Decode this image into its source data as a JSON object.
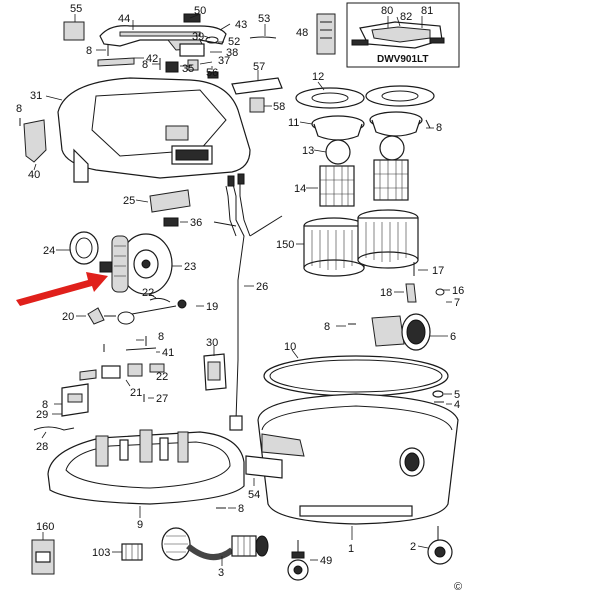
{
  "diagram": {
    "inset_model": "DWV901LT",
    "copyright": "©",
    "accent_arrow_color": "#e0201b",
    "part_numbers": {
      "p55": "55",
      "p44": "44",
      "p50": "50",
      "p43": "43",
      "p53": "53",
      "p48": "48",
      "p80": "80",
      "p82": "82",
      "p81": "81",
      "p39": "39",
      "p52": "52",
      "p8a": "8",
      "p42": "42",
      "p38": "38",
      "p8b": "8",
      "p35": "35",
      "p37": "37",
      "p56": "56",
      "p57": "57",
      "p12": "12",
      "p8c": "8",
      "p31": "31",
      "p58": "58",
      "p11": "11",
      "p8d": "8",
      "p40": "40",
      "p13": "13",
      "p14": "14",
      "p25": "25",
      "p36": "36",
      "p150": "150",
      "p24": "24",
      "p23": "23",
      "p17": "17",
      "p26": "26",
      "p18": "18",
      "p16": "16",
      "p7": "7",
      "p20": "20",
      "p22": "22",
      "p19": "19",
      "p8e": "8",
      "p6": "6",
      "p8f": "8",
      "p30": "30",
      "p10": "10",
      "p41": "41",
      "p21": "21",
      "p27": "27",
      "p5": "5",
      "p4": "4",
      "p8g": "8",
      "p29": "29",
      "p28": "28",
      "p54": "54",
      "p9": "9",
      "p8h": "8",
      "p1": "1",
      "p160": "160",
      "p103": "103",
      "p3": "3",
      "p49": "49",
      "p2": "2"
    }
  }
}
